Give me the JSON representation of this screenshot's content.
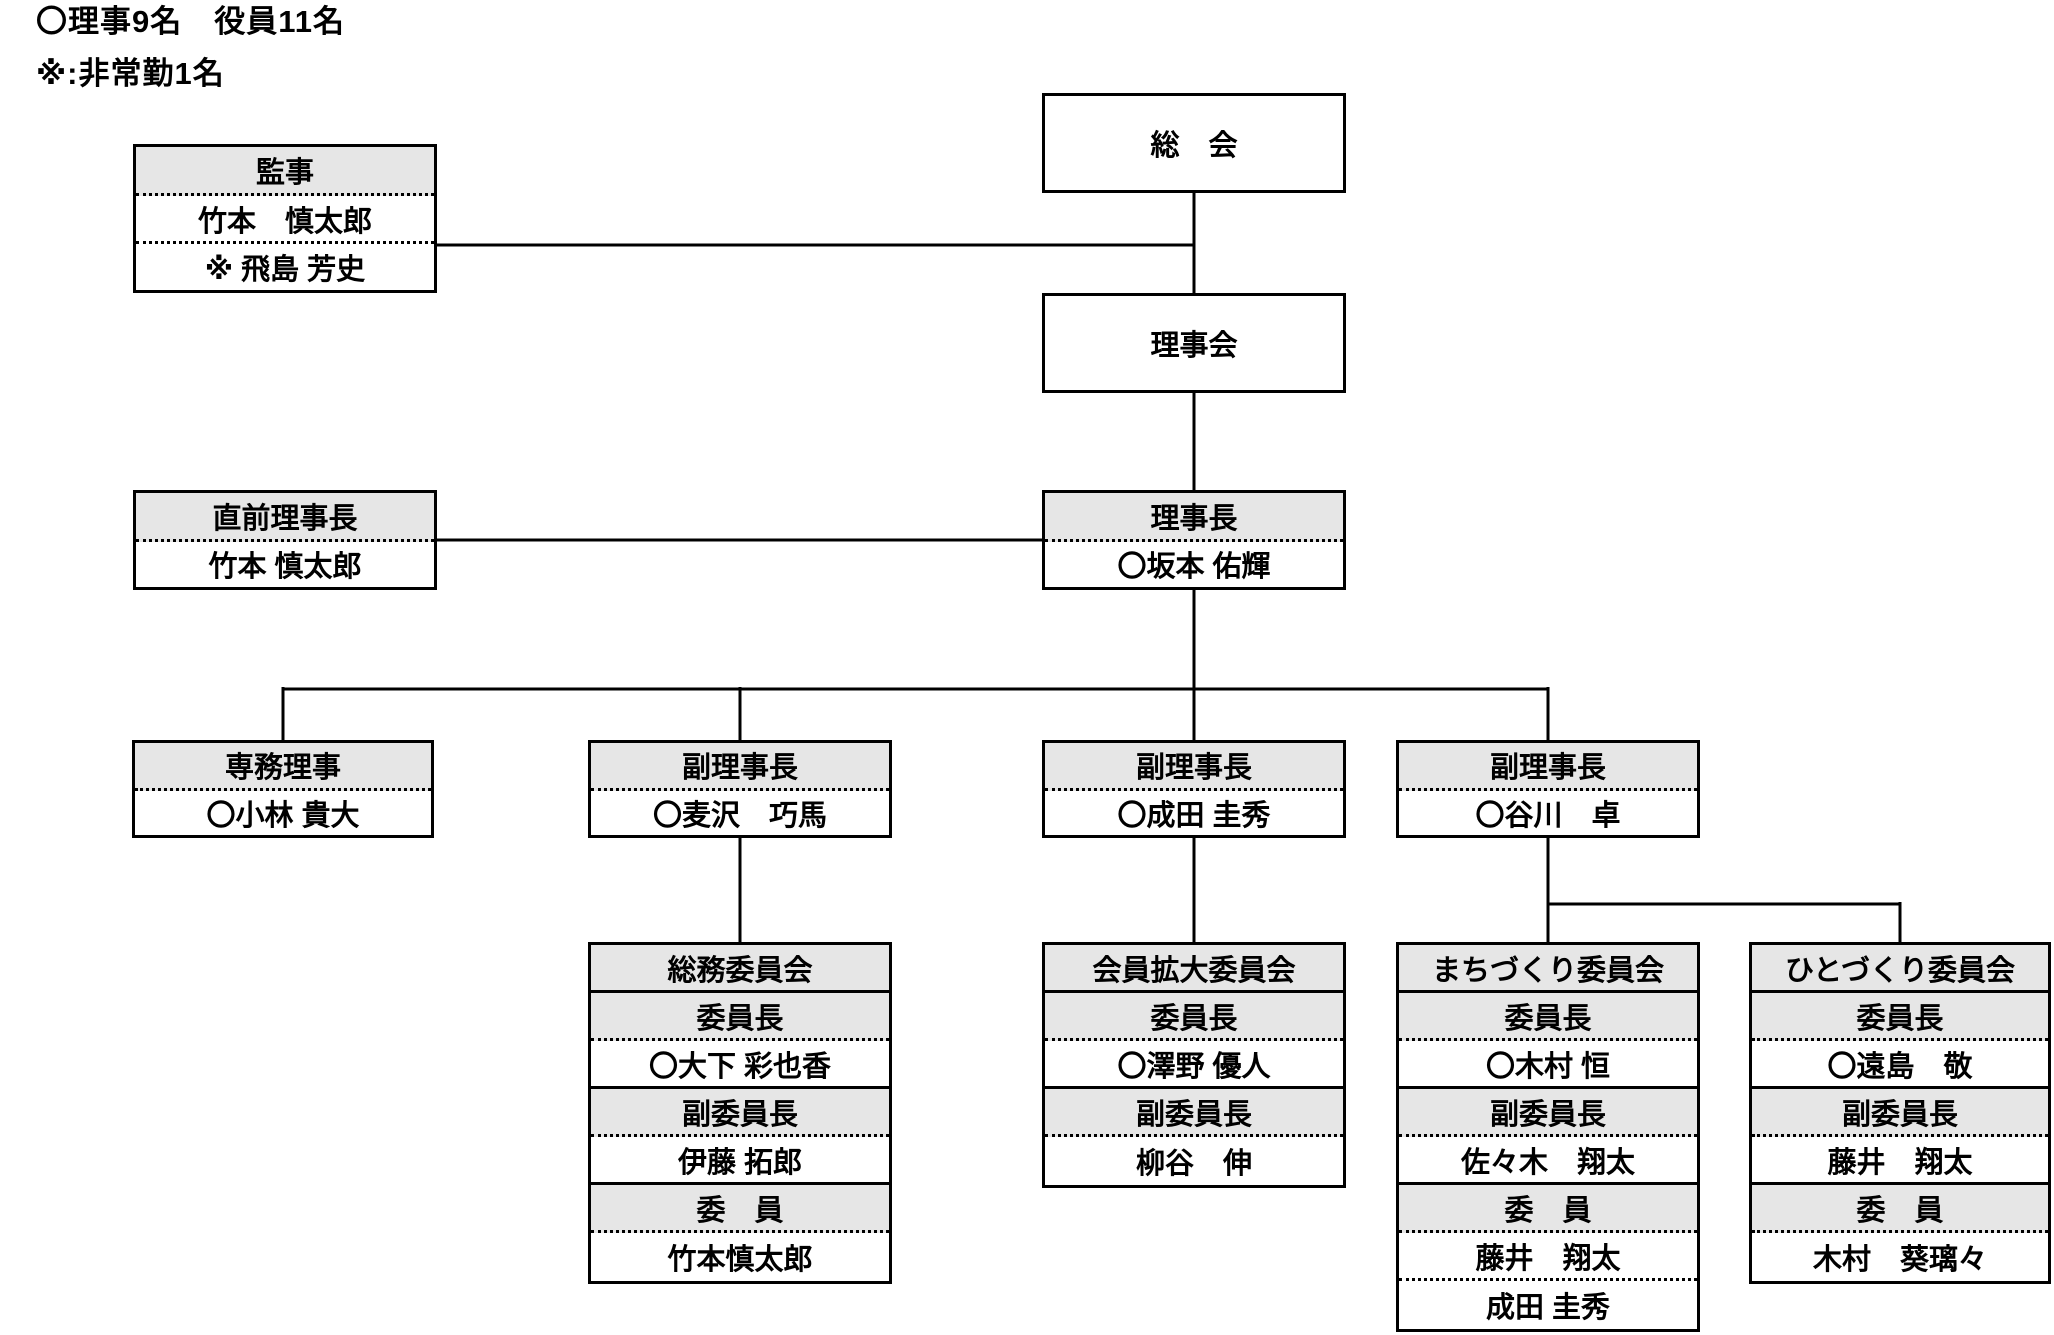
{
  "legend": {
    "line1": "〇理事9名　役員11名",
    "line2": "※:非常勤1名"
  },
  "colors": {
    "header_fill": "#e6e6e6",
    "border": "#000000",
    "text": "#000000",
    "background": "#ffffff"
  },
  "top_boxes": {
    "general_assembly": {
      "title": "総　会"
    },
    "board_meeting": {
      "title": "理事会"
    },
    "auditor": {
      "header": "監事",
      "members": [
        "竹本　慎太郎",
        "※ 飛島 芳史"
      ]
    },
    "previous_chairman": {
      "header": "直前理事長",
      "name": "竹本 慎太郎"
    },
    "chairman": {
      "header": "理事長",
      "name": "〇坂本 佑輝"
    }
  },
  "officers": [
    {
      "header": "専務理事",
      "name": "〇小林 貴大"
    },
    {
      "header": "副理事長",
      "name": "〇麦沢　巧馬"
    },
    {
      "header": "副理事長",
      "name": "〇成田 圭秀"
    },
    {
      "header": "副理事長",
      "name": "〇谷川　卓"
    }
  ],
  "committees": [
    {
      "title": "総務委員会",
      "chair_label": "委員長",
      "chair": "〇大下 彩也香",
      "vice_label": "副委員長",
      "vice": "伊藤 拓郎",
      "member_label": "委　員",
      "members": [
        "竹本慎太郎"
      ]
    },
    {
      "title": "会員拡大委員会",
      "chair_label": "委員長",
      "chair": "〇澤野 優人",
      "vice_label": "副委員長",
      "vice": "柳谷　伸"
    },
    {
      "title": "まちづくり委員会",
      "chair_label": "委員長",
      "chair": "〇木村 恒",
      "vice_label": "副委員長",
      "vice": "佐々木　翔太",
      "member_label": "委　員",
      "members": [
        "藤井　翔太",
        "成田 圭秀"
      ]
    },
    {
      "title": "ひとづくり委員会",
      "chair_label": "委員長",
      "chair": "〇遠島　敬",
      "vice_label": "副委員長",
      "vice": "藤井　翔太",
      "member_label": "委　員",
      "members": [
        "木村　葵璃々"
      ]
    }
  ]
}
